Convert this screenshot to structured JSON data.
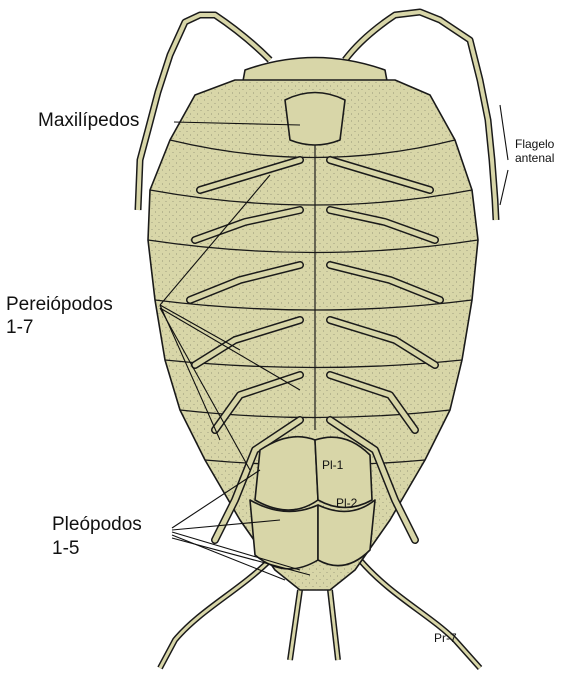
{
  "labels": {
    "maxilipedos": "Maxilípedos",
    "flagelo_line1": "Flagelo",
    "flagelo_line2": "antenal",
    "pereiopodos_line1": "Pereiópodos",
    "pereiopodos_line2": "1-7",
    "pleopodos_line1": "Pleópodos",
    "pleopodos_line2": "1-5",
    "pl1": "Pl-1",
    "pl2": "Pl-2",
    "pr7": "Pr-7"
  },
  "colors": {
    "body_fill": "#d8d6a8",
    "outline": "#1a1a1a",
    "background": "#ffffff"
  }
}
